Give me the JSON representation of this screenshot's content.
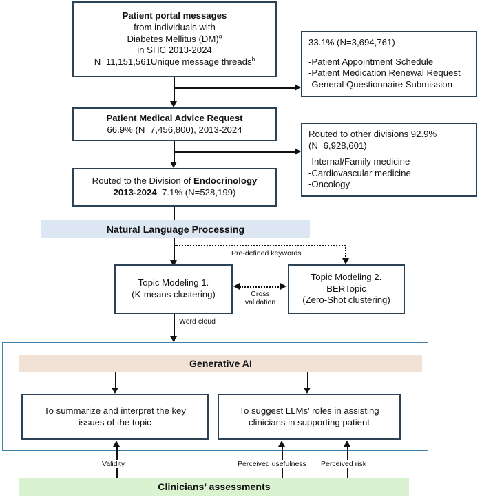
{
  "diagram": {
    "title": "Patient portal messages study flow",
    "colors": {
      "box_border": "#2b4257",
      "nlp_band": "#dde7f3",
      "genai_band": "#f2e2d6",
      "clinicians_band": "#d9f2d0",
      "panel_border": "#3f7fad",
      "connector": "#111111"
    }
  },
  "nodes": {
    "source": {
      "line1": "Patient portal messages",
      "line2": "from individuals with",
      "line3": "Diabetes Mellitus (DM)",
      "line3_sup": "a",
      "line4": "in SHC 2013-2024",
      "line5": "N=11,151,561Unique message threads",
      "line5_sup": "b"
    },
    "excluded": {
      "line1": "33.1% (N=3,694,761)",
      "item1": "-Patient Appointment Schedule",
      "item2": "-Patient Medication Renewal Request",
      "item3": "-General Questionnaire Submission"
    },
    "advice_request": {
      "line1": "Patient Medical Advice Request",
      "line2": "66.9% (N=7,456,800), 2013-2024"
    },
    "other_divisions": {
      "line1": "Routed to other divisions 92.9%",
      "line2": "(N=6,928,601)",
      "item1": "-Internal/Family medicine",
      "item2": "-Cardiovascular medicine",
      "item3": "-Oncology"
    },
    "endocrinology": {
      "line1_pre": "Routed to the Division of ",
      "line1_bold": "Endocrinology",
      "line2_bold": "2013-2024",
      "line2_post": ", 7.1% (N=528,199)"
    },
    "nlp_band": {
      "label": "Natural Language Processing"
    },
    "topic_model_1": {
      "line1": "Topic Modeling 1.",
      "line2": "(K-means clustering)"
    },
    "topic_model_2": {
      "line1": "Topic Modeling 2.",
      "line2": "BERTopic",
      "line3": "(Zero-Shot clustering)"
    },
    "genai_band": {
      "label": "Generative AI"
    },
    "genai_task_1": {
      "line1": "To summarize and interpret the key",
      "line2": "issues of the topic"
    },
    "genai_task_2": {
      "line1": "To suggest LLMs’ roles in assisting",
      "line2": "clinicians in supporting patient"
    },
    "clinicians_band": {
      "label": "Clinicians’ assessments"
    }
  },
  "edge_labels": {
    "predefined_keywords": "Pre-defined keywords",
    "cross_validation_line1": "Cross",
    "cross_validation_line2": "validation",
    "word_cloud": "Word cloud",
    "validity": "Validity",
    "perceived_usefulness": "Perceived usefulness",
    "perceived_risk": "Perceived risk"
  }
}
